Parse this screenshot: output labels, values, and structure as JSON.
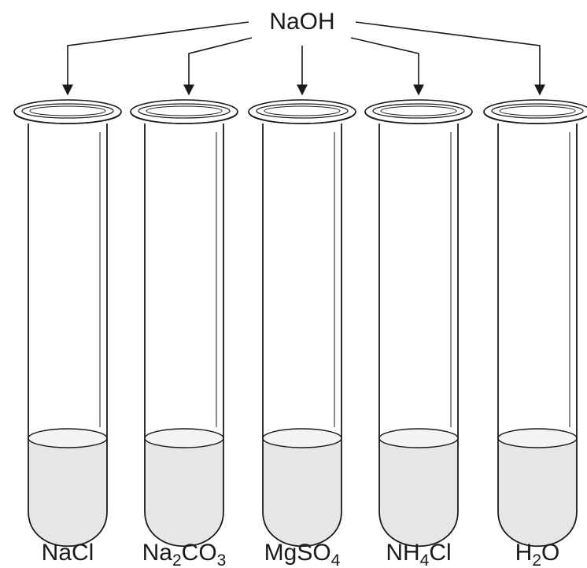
{
  "reagent": {
    "label": "NaOH"
  },
  "tubes": [
    {
      "main": "NaCl",
      "parts": [
        {
          "t": "NaCl",
          "sub": false
        }
      ]
    },
    {
      "main": "Na2CO3",
      "parts": [
        {
          "t": "Na",
          "sub": false
        },
        {
          "t": "2",
          "sub": true
        },
        {
          "t": "CO",
          "sub": false
        },
        {
          "t": "3",
          "sub": true
        }
      ]
    },
    {
      "main": "MgSO4",
      "parts": [
        {
          "t": "MgSO",
          "sub": false
        },
        {
          "t": "4",
          "sub": true
        }
      ]
    },
    {
      "main": "NH4Cl",
      "parts": [
        {
          "t": "NH",
          "sub": false
        },
        {
          "t": "4",
          "sub": true
        },
        {
          "t": "Cl",
          "sub": false
        }
      ]
    },
    {
      "main": "H2O",
      "parts": [
        {
          "t": "H",
          "sub": false
        },
        {
          "t": "2",
          "sub": true
        },
        {
          "t": "O",
          "sub": false
        }
      ]
    }
  ],
  "colors": {
    "stroke": "#1a1a1a",
    "liquid": "#e6e6e6"
  }
}
